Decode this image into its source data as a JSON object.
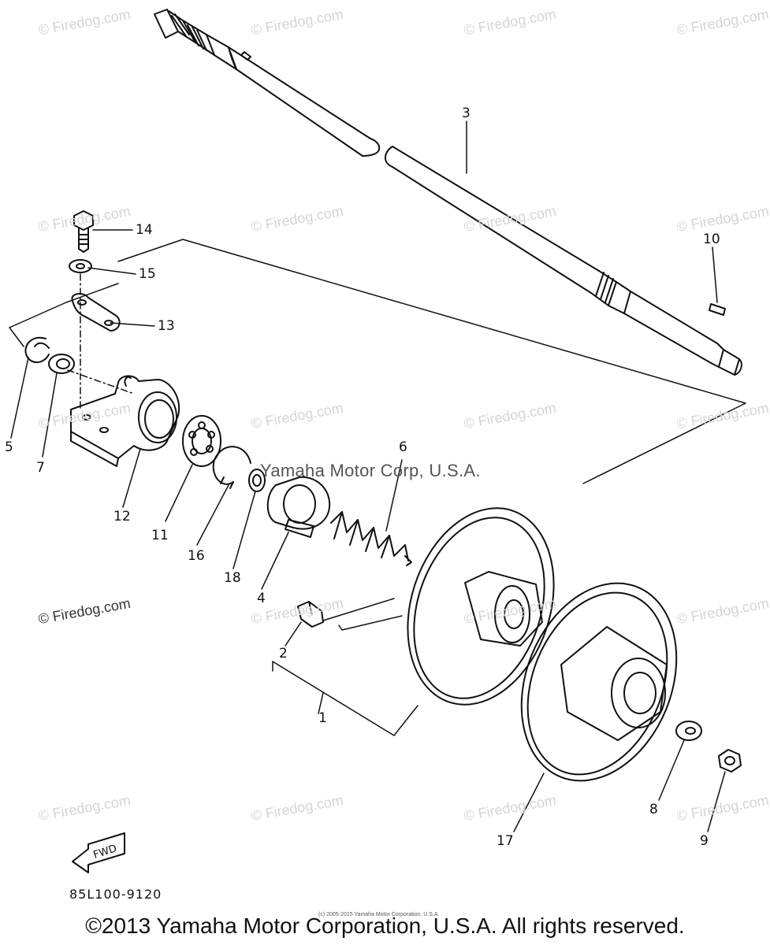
{
  "watermark_text": "© Firedog.com",
  "parts": {
    "p1": "1",
    "p2": "2",
    "p3": "3",
    "p4": "4",
    "p5": "5",
    "p6": "6",
    "p7": "7",
    "p8": "8",
    "p9": "9",
    "p10": "10",
    "p11": "11",
    "p12": "12",
    "p13": "13",
    "p14": "14",
    "p15": "15",
    "p16": "16",
    "p17": "17",
    "p18": "18"
  },
  "corp_watermark": "Yamaha Motor Corp, U.S.A.",
  "fwd_label": "FWD",
  "diagram_number": "85L100-9120",
  "fine_print": "(c) 2005-2015 Yamaha Motor Corporation, U.S.A.",
  "copyright": "©2013 Yamaha Motor Corporation, U.S.A. All rights reserved."
}
